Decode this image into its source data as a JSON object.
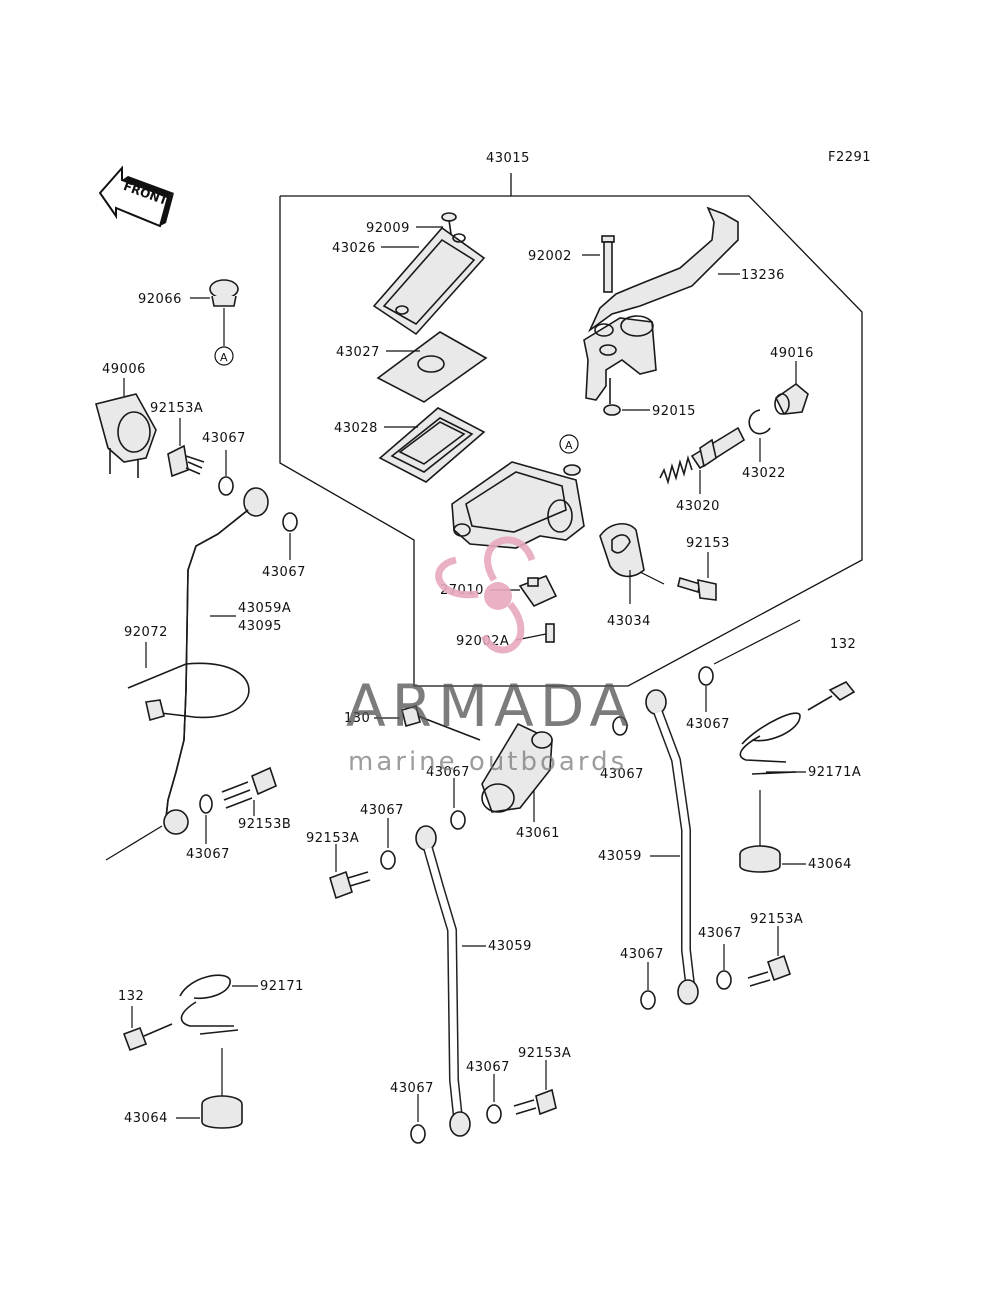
{
  "figure_code": "F2291",
  "assembly_label": "43015",
  "front_label": "FRONT",
  "ref_marker": "A",
  "labels": {
    "p92009": "92009",
    "p43026": "43026",
    "p43027": "43027",
    "p43028": "43028",
    "p92002": "92002",
    "p13236": "13236",
    "p92015": "92015",
    "p49016": "49016",
    "p43022": "43022",
    "p43020": "43020",
    "p92153": "92153",
    "p43034": "43034",
    "p27010": "27010",
    "p92002A": "92002A",
    "p92066": "92066",
    "p49006": "49006",
    "p92153A_top": "92153A",
    "p43067_a": "43067",
    "p43067_b": "43067",
    "p43059A": "43059A",
    "p43095": "43095",
    "p92072": "92072",
    "p92153B": "92153B",
    "p43067_c": "43067",
    "p130": "130",
    "p43067_d": "43067",
    "p43067_e": "43067",
    "p43061": "43061",
    "p43067_f": "43067",
    "p92153A_mid": "92153A",
    "p43059_mid": "43059",
    "p132_right": "132",
    "p43067_g": "43067",
    "p92171A": "92171A",
    "p43064_right": "43064",
    "p43059_right": "43059",
    "p43067_h": "43067",
    "p92153A_right": "92153A",
    "p43067_i": "43067",
    "p132_left": "132",
    "p92171": "92171",
    "p43064_left": "43064",
    "p92153A_bottom": "92153A",
    "p43067_j": "43067",
    "p43067_k": "43067"
  },
  "watermark": {
    "brand": "ARMADA",
    "tagline": "marine outboards",
    "brand_color": "#555555",
    "accent_color": "#e8a9bf"
  }
}
